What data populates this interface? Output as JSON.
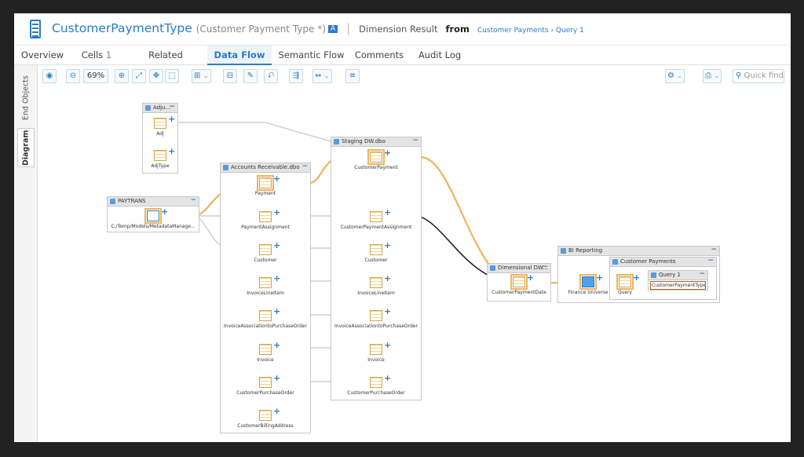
{
  "header": {
    "title": "CustomerPaymentType",
    "subtitle": "(Customer Payment Type *)",
    "badge": "A",
    "separator": "|",
    "result_label": "Dimension Result",
    "from_label": "from",
    "breadcrumb": "Customer Payments › Query 1"
  },
  "tabs": [
    {
      "label": "Overview"
    },
    {
      "label": "Cells",
      "count": "1"
    },
    {
      "label": "Related Processes"
    },
    {
      "label": "Data Flow"
    },
    {
      "label": "Semantic Flow"
    },
    {
      "label": "Comments"
    },
    {
      "label": "Audit Log"
    }
  ],
  "side_tabs": [
    "End Objects",
    "Diagram"
  ],
  "toolbar": {
    "zoom": "69%",
    "quick_find_placeholder": "Quick find"
  },
  "nodes": {
    "adj": {
      "title": "Adju...",
      "items": [
        "Adj",
        "AdjType"
      ]
    },
    "paytrans": {
      "title": "PAYTRANS",
      "items": [
        "C:/Temp/Models/MetadataManage..."
      ]
    },
    "ar": {
      "title": "Accounts Receivable.dbo",
      "items": [
        "Payment",
        "PaymentAssignment",
        "Customer",
        "InvoiceLineItem",
        "InvoiceAssociationtoPurchaseOrder",
        "Invoice",
        "CustomerPurchaseOrder",
        "CustomerBillingAddress"
      ]
    },
    "staging": {
      "title": "Staging DW.dbo",
      "items": [
        "CustomerPayment",
        "CustomerPaymentAssignment",
        "Customer",
        "InvoiceLineItem",
        "InvoiceAssociationtoPurchaseOrder",
        "Invoice",
        "CustomerPurchaseOrder"
      ]
    },
    "dim": {
      "title": "Dimensional DW...",
      "items": [
        "CustomerPaymentDate"
      ]
    },
    "bi": {
      "title": "BI Reporting"
    },
    "finance": {
      "label": "Finance Universe"
    },
    "cp": {
      "title": "Customer Payments"
    },
    "query_item": {
      "label": "Query"
    },
    "q1": {
      "title": "Query 1",
      "field": "CustomerPaymentType"
    }
  },
  "colors": {
    "accent": "#2a7cc7",
    "highlight_flow": "#f0b35c",
    "gray_flow": "#c8c8c8",
    "dark_flow": "#222222"
  }
}
